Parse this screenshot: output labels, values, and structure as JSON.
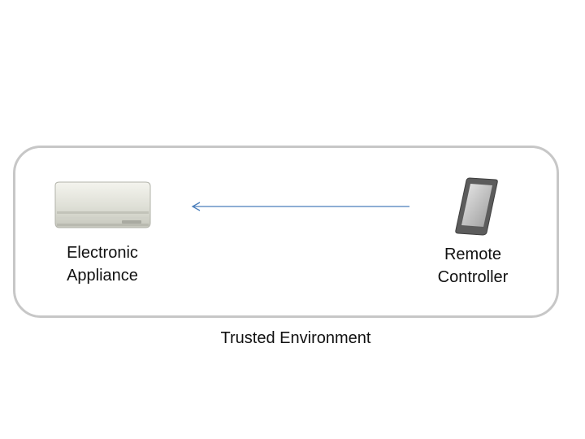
{
  "diagram": {
    "nodes": [
      {
        "id": "appliance",
        "label": "Electronic\nAppliance",
        "icon": "air-conditioner-icon"
      },
      {
        "id": "remote",
        "label": "Remote\nController",
        "icon": "smartphone-icon"
      }
    ],
    "edges": [
      {
        "from": "remote",
        "to": "appliance",
        "color": "#4a7ebb"
      }
    ],
    "container": {
      "label": "Trusted Environment",
      "border_color": "#c7c7c7"
    }
  }
}
